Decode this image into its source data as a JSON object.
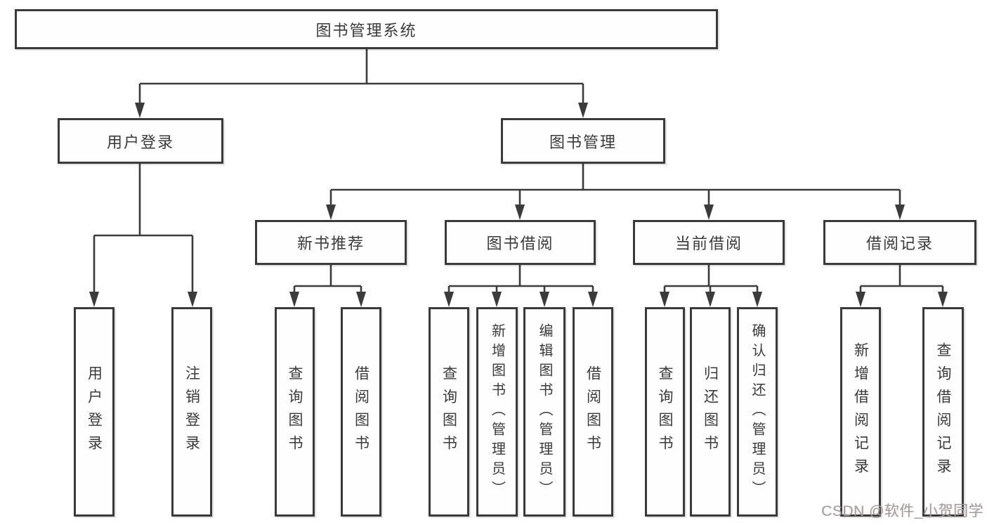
{
  "tree": {
    "root": {
      "label": "图书管理系统"
    },
    "branches": [
      {
        "label": "用户登录",
        "children": [
          {
            "label": "用户登录"
          },
          {
            "label": "注销登录"
          }
        ]
      },
      {
        "label": "图书管理",
        "children": [
          {
            "label": "新书推荐",
            "children": [
              {
                "label": "查询图书"
              },
              {
                "label": "借阅图书"
              }
            ]
          },
          {
            "label": "图书借阅",
            "children": [
              {
                "label": "查询图书"
              },
              {
                "label": "新增图书（管理员）"
              },
              {
                "label": "编辑图书（管理员）"
              },
              {
                "label": "借阅图书"
              }
            ]
          },
          {
            "label": "当前借阅",
            "children": [
              {
                "label": "查询图书"
              },
              {
                "label": "归还图书"
              },
              {
                "label": "确认归还（管理员）"
              }
            ]
          },
          {
            "label": "借阅记录",
            "children": [
              {
                "label": "新增借阅记录"
              },
              {
                "label": "查询借阅记录"
              }
            ]
          }
        ]
      }
    ]
  },
  "watermark": {
    "text": "CSDN @软件_小贺同学"
  },
  "colors": {
    "line": "#3b3b3b",
    "box_border": "#3a3a3a",
    "background": "#ffffff",
    "watermark": "#9e9e9e"
  }
}
